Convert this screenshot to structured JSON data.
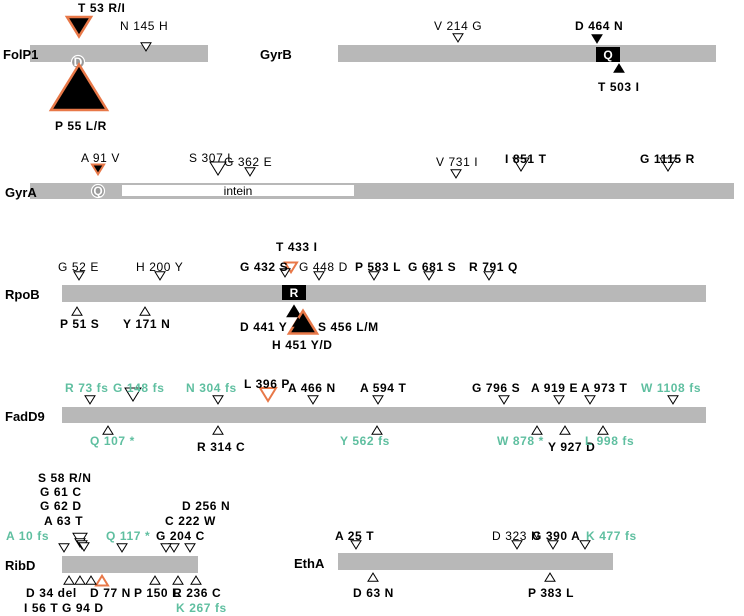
{
  "genes": [
    {
      "id": "folp1",
      "label": "FolP1",
      "domain_marks": [
        {
          "type": "circle",
          "letter": "D"
        }
      ],
      "mutations": [
        {
          "label": "T 53 R/I",
          "style": "bold"
        },
        {
          "label": "N 145 H",
          "style": "plain"
        },
        {
          "label": "P 55 L/R",
          "style": "bold"
        }
      ]
    },
    {
      "id": "gyrb",
      "label": "GyrB",
      "domain_marks": [
        {
          "type": "box",
          "letter": "Q"
        }
      ],
      "mutations": [
        {
          "label": "V 214 G",
          "style": "plain"
        },
        {
          "label": "D 464 N",
          "style": "bold"
        },
        {
          "label": "T 503 I",
          "style": "bold"
        }
      ]
    },
    {
      "id": "gyra",
      "label": "GyrA",
      "domain_marks": [
        {
          "type": "circle",
          "letter": "Q"
        },
        {
          "type": "intein",
          "letter": "intein"
        }
      ],
      "mutations": [
        {
          "label": "A 91 V",
          "style": "plain"
        },
        {
          "label": "S 307 L",
          "style": "plain"
        },
        {
          "label": "G 362 E",
          "style": "plain"
        },
        {
          "label": "V 731 I",
          "style": "plain"
        },
        {
          "label": "I 851 T",
          "style": "bold"
        },
        {
          "label": "G 1115 R",
          "style": "bold"
        }
      ]
    },
    {
      "id": "rpob",
      "label": "RpoB",
      "domain_marks": [
        {
          "type": "box",
          "letter": "R"
        }
      ],
      "mutations": [
        {
          "label": "G 52 E",
          "style": "plain"
        },
        {
          "label": "H 200 Y",
          "style": "plain"
        },
        {
          "label": "T 433 I",
          "style": "bold"
        },
        {
          "label": "G 432 S",
          "style": "bold"
        },
        {
          "label": "G 448 D",
          "style": "plain"
        },
        {
          "label": "P 583 L",
          "style": "bold"
        },
        {
          "label": "G 681 S",
          "style": "bold"
        },
        {
          "label": "R 791 Q",
          "style": "bold"
        },
        {
          "label": "P 51 S",
          "style": "bold"
        },
        {
          "label": "Y 171 N",
          "style": "bold"
        },
        {
          "label": "D 441 Y",
          "style": "bold"
        },
        {
          "label": "S 456 L/M",
          "style": "bold"
        },
        {
          "label": "H 451 Y/D",
          "style": "bold"
        }
      ]
    },
    {
      "id": "fadd9",
      "label": "FadD9",
      "domain_marks": [],
      "mutations": [
        {
          "label": "R 73 fs",
          "style": "teal"
        },
        {
          "label": "G 148 fs",
          "style": "teal"
        },
        {
          "label": "N 304 fs",
          "style": "teal"
        },
        {
          "label": "L 396 P",
          "style": "bold"
        },
        {
          "label": "A 466 N",
          "style": "bold"
        },
        {
          "label": "A 594 T",
          "style": "bold"
        },
        {
          "label": "G 796 S",
          "style": "bold"
        },
        {
          "label": "A 919 E",
          "style": "bold"
        },
        {
          "label": "A 973 T",
          "style": "bold"
        },
        {
          "label": "W 1108 fs",
          "style": "teal"
        },
        {
          "label": "Q 107 *",
          "style": "teal"
        },
        {
          "label": "R 314 C",
          "style": "bold"
        },
        {
          "label": "Y 562 fs",
          "style": "teal"
        },
        {
          "label": "W 878 *",
          "style": "teal"
        },
        {
          "label": "Y 927 D",
          "style": "bold"
        },
        {
          "label": "L 998 fs",
          "style": "teal"
        }
      ]
    },
    {
      "id": "ribd",
      "label": "RibD",
      "domain_marks": [],
      "mutations": [
        {
          "label": "S 58 R/N",
          "style": "bold"
        },
        {
          "label": "G 61 C",
          "style": "bold"
        },
        {
          "label": "G 62 D",
          "style": "bold"
        },
        {
          "label": "A 63 T",
          "style": "bold"
        },
        {
          "label": "A 10 fs",
          "style": "teal"
        },
        {
          "label": "Q 117 *",
          "style": "teal"
        },
        {
          "label": "D 256 N",
          "style": "bold"
        },
        {
          "label": "C 222 W",
          "style": "bold"
        },
        {
          "label": "G 204 C",
          "style": "bold"
        },
        {
          "label": "D 34 del",
          "style": "bold"
        },
        {
          "label": "D 77 N",
          "style": "bold"
        },
        {
          "label": "P 150 L",
          "style": "bold"
        },
        {
          "label": "R 236 C",
          "style": "bold"
        },
        {
          "label": "I 56 T",
          "style": "bold"
        },
        {
          "label": "G 94 D",
          "style": "bold"
        },
        {
          "label": "K 267 fs",
          "style": "teal"
        }
      ]
    },
    {
      "id": "etha",
      "label": "EthA",
      "domain_marks": [],
      "mutations": [
        {
          "label": "A 25 T",
          "style": "bold"
        },
        {
          "label": "D 323 N",
          "style": "plain"
        },
        {
          "label": "G 390 A",
          "style": "bold"
        },
        {
          "label": "K 477 fs",
          "style": "teal"
        },
        {
          "label": "D 63 N",
          "style": "bold"
        },
        {
          "label": "P 383 L",
          "style": "bold"
        }
      ]
    }
  ],
  "colors": {
    "bar": "#b8b8b8",
    "highlight_stroke": "#e87848",
    "teal": "#5fbfa0",
    "marker_fill": "#000000"
  }
}
